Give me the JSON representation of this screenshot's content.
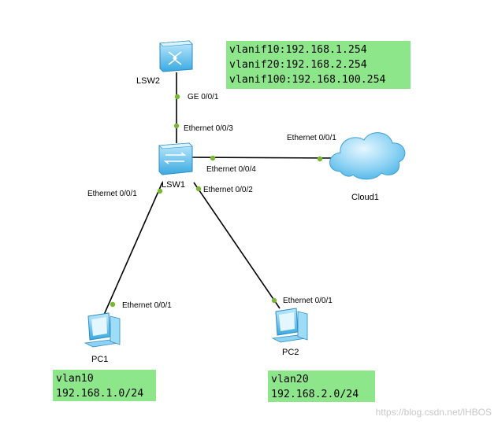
{
  "devices": {
    "lsw2": "LSW2",
    "lsw1": "LSW1",
    "cloud1": "Cloud1",
    "pc1": "PC1",
    "pc2": "PC2"
  },
  "ports": {
    "lsw2_down": "GE 0/0/1",
    "lsw1_up": "Ethernet 0/0/3",
    "lsw1_right": "Ethernet 0/0/4",
    "cloud_port": "Ethernet 0/0/1",
    "lsw1_left": "Ethernet 0/0/1",
    "lsw1_bottom": "Ethernet 0/0/2",
    "pc1_port": "Ethernet 0/0/1",
    "pc2_port": "Ethernet 0/0/1"
  },
  "notes": {
    "vlanif": [
      "vlanif10:192.168.1.254",
      "vlanif20:192.168.2.254",
      "vlanif100:192.168.100.254"
    ],
    "pc1": [
      "vlan10",
      "192.168.1.0/24"
    ],
    "pc2": [
      "vlan20",
      "192.168.2.0/24"
    ]
  },
  "colors": {
    "note_bg": "#8ee68a",
    "port_dot": "#7ab832",
    "device": "#5fc3ee"
  },
  "watermark": "https://blog.csdn.net/lHBOS"
}
